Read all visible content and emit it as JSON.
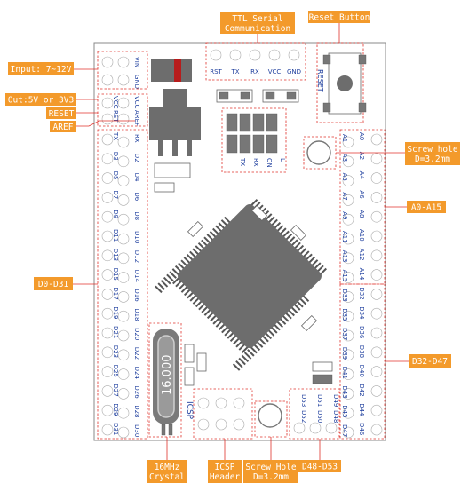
{
  "callouts": {
    "ttl": [
      "TTL Serial",
      "Communication"
    ],
    "reset_button": "Reset Button",
    "input": "Input: 7~12V",
    "out": "Out:5V or 3V3",
    "reset": "RESET",
    "aref": "AREF",
    "screw_hole_right": [
      "Screw hole",
      "D=3.2mm"
    ],
    "a0_a15": "A0-A15",
    "d0_d31": "D0-D31",
    "d32_d47": "D32-D47",
    "crystal": [
      "16MHz",
      "Crystal"
    ],
    "icsp": [
      "ICSP",
      "Header"
    ],
    "screw_hole_bottom": [
      "Screw Hole",
      "D=3.2mm"
    ],
    "d48_d53": "D48-D53"
  },
  "board": {
    "ttl_pins": [
      "RST",
      "TX",
      "RX",
      "VCC",
      "GND"
    ],
    "reset_text": "RESET",
    "power_labels": [
      "VIN",
      "GND"
    ],
    "vcc_labels": [
      "VCC",
      "AREF"
    ],
    "rst_label": "RST",
    "vcc_left": "VCC",
    "led_labels": [
      "TX",
      "RX",
      "ON",
      "L"
    ],
    "crystal_text": "16.000",
    "icsp_text": "ICSP",
    "left_outer": [
      "TX",
      "D3",
      "D5",
      "D7",
      "D9",
      "D11",
      "D13",
      "D15",
      "D17",
      "D19",
      "D21",
      "D23",
      "D25",
      "D27",
      "D29",
      "D31"
    ],
    "left_inner": [
      "RX",
      "D2",
      "D4",
      "D6",
      "D8",
      "D10",
      "D12",
      "D14",
      "D16",
      "D18",
      "D20",
      "D22",
      "D24",
      "D26",
      "D28",
      "D30"
    ],
    "right_inner": [
      "A1",
      "A3",
      "A5",
      "A7",
      "A9",
      "A11",
      "A13",
      "A15",
      "D33",
      "D35",
      "D37",
      "D39",
      "D41",
      "D43",
      "D45",
      "D47"
    ],
    "right_outer": [
      "A0",
      "A2",
      "A4",
      "A6",
      "A8",
      "A10",
      "A12",
      "A14",
      "D32",
      "D34",
      "D36",
      "D38",
      "D40",
      "D42",
      "D44",
      "D46"
    ],
    "bottom_top": [
      "D53",
      "D51",
      "D49"
    ],
    "bottom_bot": [
      "D52",
      "D50",
      "D48"
    ]
  }
}
